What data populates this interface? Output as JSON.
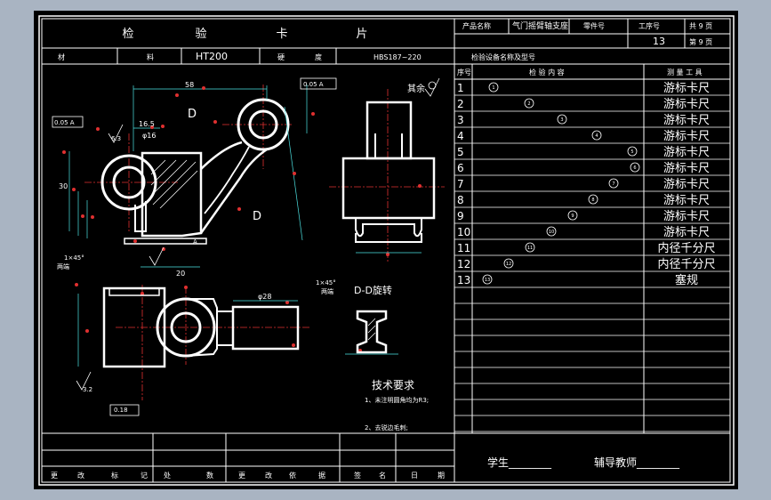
{
  "header": {
    "title_chars": [
      "检",
      "验",
      "卡",
      "片"
    ],
    "product_name_label": "产品名称",
    "product_name_value": "气门摇臂轴支座",
    "part_no_label": "零件号",
    "process_no_label": "工序号",
    "process_no_value": "13",
    "pages_total": "共 9 页",
    "page_current": "第 9 页",
    "material_label_1": "材",
    "material_label_2": "料",
    "material_value": "HT200",
    "hardness_label_1": "硬",
    "hardness_label_2": "度",
    "hardness_value": "HBS187~220",
    "inspection_equipment_label": "检验设备名称及型号"
  },
  "table": {
    "col_seq": "序号",
    "col_content": "检 验 内 容",
    "col_tool": "测 量 工 具",
    "rows": [
      {
        "no": "1",
        "mark": "1",
        "tool": "游标卡尺"
      },
      {
        "no": "2",
        "mark": "2",
        "tool": "游标卡尺"
      },
      {
        "no": "3",
        "mark": "3",
        "tool": "游标卡尺"
      },
      {
        "no": "4",
        "mark": "4",
        "tool": "游标卡尺"
      },
      {
        "no": "5",
        "mark": "5",
        "tool": "游标卡尺"
      },
      {
        "no": "6",
        "mark": "6",
        "tool": "游标卡尺"
      },
      {
        "no": "7",
        "mark": "7",
        "tool": "游标卡尺"
      },
      {
        "no": "8",
        "mark": "8",
        "tool": "游标卡尺"
      },
      {
        "no": "9",
        "mark": "9",
        "tool": "游标卡尺"
      },
      {
        "no": "10",
        "mark": "10",
        "tool": "游标卡尺"
      },
      {
        "no": "11",
        "mark": "11",
        "tool": "内径千分尺"
      },
      {
        "no": "12",
        "mark": "12",
        "tool": "内径千分尺"
      },
      {
        "no": "13",
        "mark": "13",
        "tool": "塞规"
      }
    ]
  },
  "drawing": {
    "label_D1": "D",
    "label_D2": "D",
    "rest_roughness": "其余",
    "section_title": "D-D旋转",
    "dim_58": "58",
    "dim_16_5": "16.5",
    "dim_30": "30",
    "dim_20": "20",
    "dim_phi28": "φ28",
    "dim_hole": "φ16",
    "tol_a": "0.05 A",
    "tol_b": "0.05 A",
    "tol_c": "0.18",
    "chamfer_1": "1×45°",
    "chamfer_2": "1×45°",
    "both_ends_1": "两端",
    "both_ends_2": "两端",
    "rough_6_3": "6.3",
    "rough_3_2": "3.2",
    "datum_A": "A"
  },
  "tech": {
    "title": "技术要求",
    "line1": "1、未注明圆角均为R3;",
    "line2": "2、去锐边毛刺;"
  },
  "footer": {
    "labels": [
      "更",
      "改",
      "标",
      "记",
      "处",
      "数",
      "更",
      "改",
      "依",
      "据",
      "签",
      "名",
      "日",
      "期"
    ],
    "student": "学生________",
    "teacher": "辅导教师________"
  }
}
